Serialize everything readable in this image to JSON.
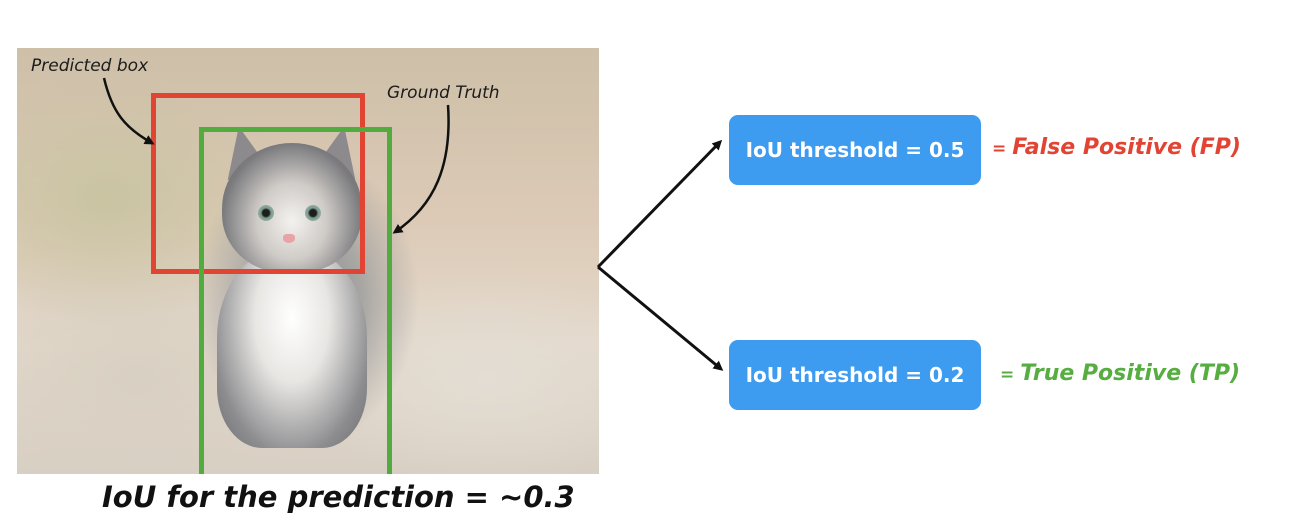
{
  "image": {
    "labels": {
      "predicted": "Predicted box",
      "ground_truth": "Ground Truth"
    },
    "colors": {
      "predicted_box": "#e24434",
      "ground_truth_box": "#52ab3e"
    }
  },
  "caption": "IoU for the prediction = ~0.3",
  "thresholds": [
    {
      "box_label": "IoU threshold = 0.5",
      "equals": "=",
      "result": "False Positive (FP)",
      "color": "#e24434"
    },
    {
      "box_label": "IoU threshold = 0.2",
      "equals": "=",
      "result": "True Positive (TP)",
      "color": "#56ad40"
    }
  ],
  "colors": {
    "threshold_box": "#3d9bf0"
  }
}
